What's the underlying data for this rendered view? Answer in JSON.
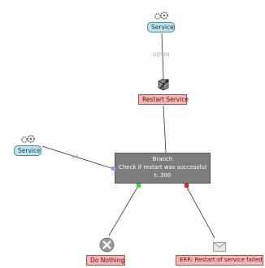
{
  "nodes": {
    "service_top": {
      "label": "Service"
    },
    "restart": {
      "label": "Restart Service"
    },
    "service_left": {
      "label": "Service"
    },
    "branch": {
      "title": "Branch",
      "description": "Check if restart was successful",
      "timeout": "t: 300"
    },
    "do_nothing": {
      "label": "Do Nothing"
    },
    "error": {
      "label": "ERR: Restart of service failed"
    }
  },
  "edges": {
    "down_label": "DOWN",
    "up_label": "UP"
  },
  "colors": {
    "service_fill": "#bfe3ea",
    "action_fill": "#f2b8b8",
    "branch_fill": "#7d7d7d",
    "port_in": "#9c9cf0",
    "port_success": "#33dd33",
    "port_fail": "#ee2222"
  },
  "icons": {
    "service": "service-icon",
    "restart": "restart-icon",
    "do_nothing": "cancel-icon",
    "error": "mail-icon"
  }
}
